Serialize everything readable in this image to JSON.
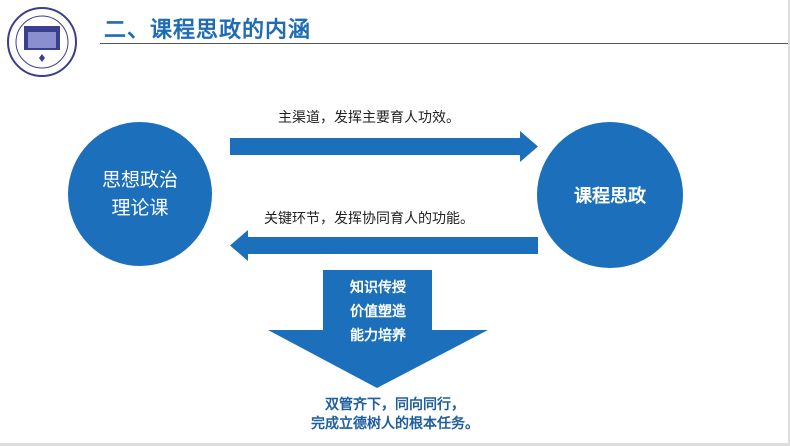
{
  "header": {
    "title": "二、课程思政的内涵"
  },
  "diagram": {
    "left_circle": [
      "思想政治",
      "理论课"
    ],
    "right_circle": "课程思政",
    "top_arrow_label": "主渠道，发挥主要育人功效。",
    "bottom_arrow_label": "关键环节，发挥协同育人的功能。",
    "down_arrow_items": [
      "知识传授",
      "价值塑造",
      "能力培养"
    ],
    "conclusion": [
      "双管齐下，同向同行，",
      "完成立德树人的根本任务。"
    ]
  },
  "colors": {
    "accent": "#1c70bb",
    "title": "#1f6cb5"
  }
}
